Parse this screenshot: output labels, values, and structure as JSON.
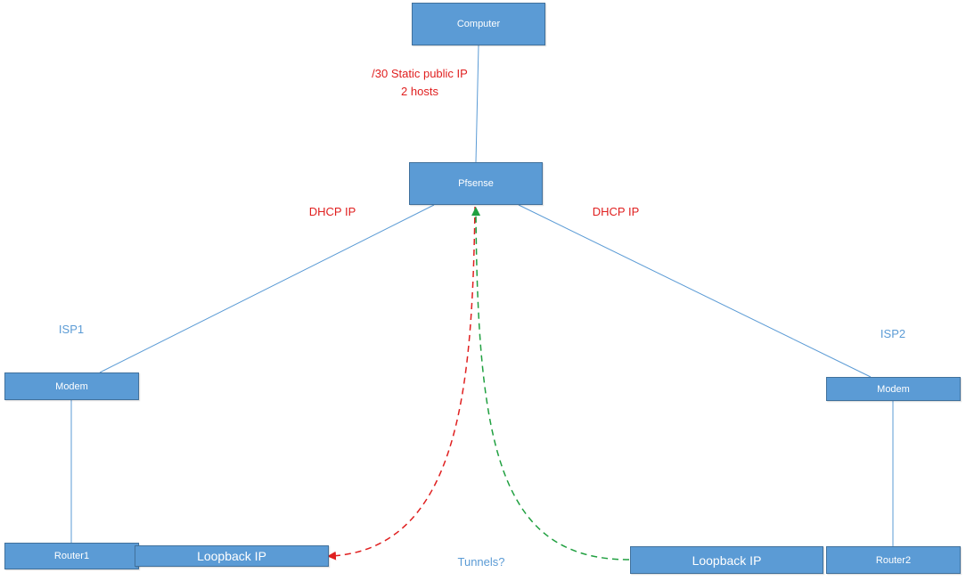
{
  "nodes": {
    "computer": "Computer",
    "pfsense": "Pfsense",
    "modem_left": "Modem",
    "modem_right": "Modem",
    "router1": "Router1",
    "router2": "Router2",
    "loopback_left": "Loopback IP",
    "loopback_right": "Loopback IP"
  },
  "labels": {
    "static_ip_line1": "/30 Static public IP",
    "static_ip_line2": "2 hosts",
    "dhcp_left": "DHCP IP",
    "dhcp_right": "DHCP IP",
    "isp1": "ISP1",
    "isp2": "ISP2",
    "tunnels": "Tunnels?"
  },
  "colors": {
    "node_fill": "#5b9bd5",
    "node_border": "#41719c",
    "connector": "#5b9bd5",
    "tunnel_left": "#e02020",
    "tunnel_right": "#20a040",
    "annotation_red": "#e02020",
    "annotation_blue": "#5b9bd5"
  }
}
